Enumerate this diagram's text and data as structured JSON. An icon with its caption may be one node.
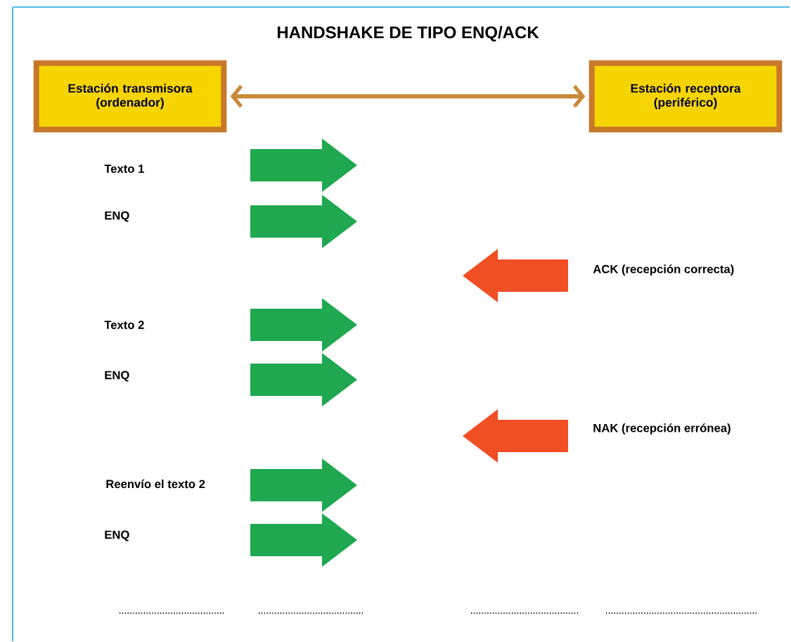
{
  "diagram": {
    "title": "HANDSHAKE DE TIPO ENQ/ACK",
    "nodes": [
      {
        "text": [
          "Estación transmisora (ordenador)"
        ]
      },
      {
        "text": [
          "Estación receptora (periférico)"
        ]
      }
    ],
    "edges": [
      {
        "from": 0,
        "to": 1,
        "arrow": "both"
      }
    ],
    "labels": [
      "Texto 1",
      "ENQ",
      "ACK (recepción correcta)",
      "Texto 2",
      "ENQ",
      "NAK (recepción errónea)",
      "Reenvío el texto 2",
      "ENQ"
    ]
  }
}
